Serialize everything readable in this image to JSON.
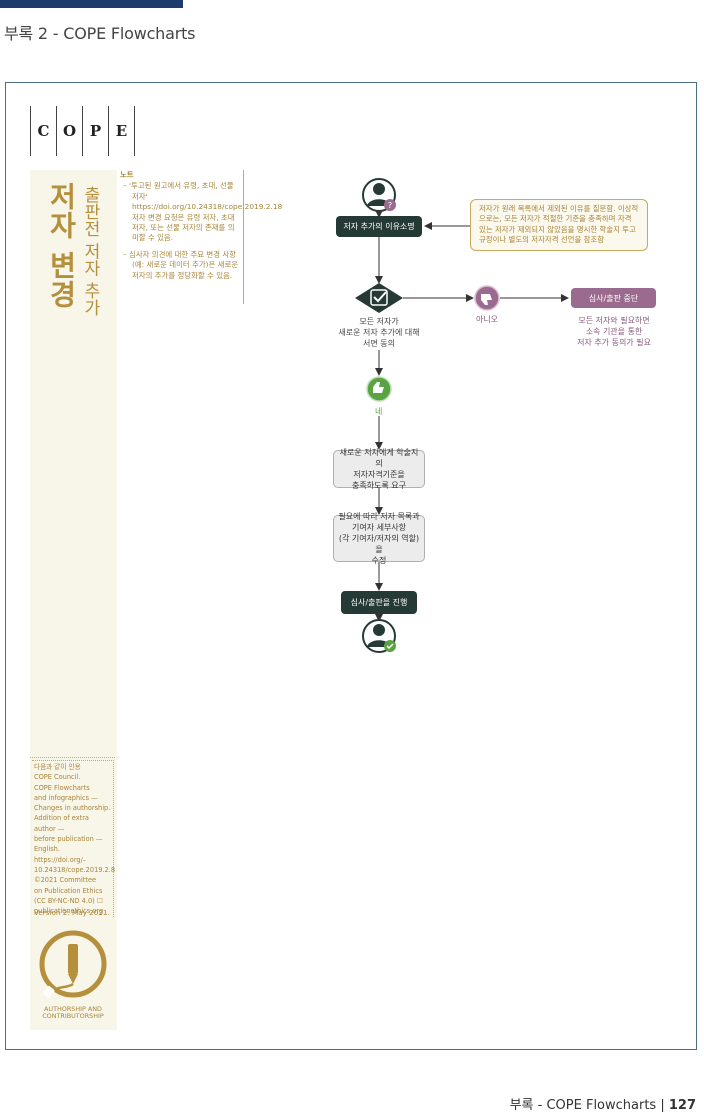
{
  "header": {
    "title": "부록 2 - COPE Flowcharts"
  },
  "logo": {
    "letters": [
      "C",
      "O",
      "P",
      "E"
    ]
  },
  "sidebar": {
    "title": "저자 변경",
    "subtitle": "출판전 저자 추가",
    "notes_title": "노트",
    "notes": [
      "– '투고된 원고에서 유령, 초대, 선물 저자' https://doi.org/10.24318/cope.2019.2.18 저자 변경 요청은 유령 저자, 초대 저자, 또는 선물 저자의 존재를 의미할 수 있음.",
      "– 심사자 의견에 대한 주요 변경 사항(예: 새로운 데이터 추가)은 새로운 저자의 추가를 정당화할 수 있음."
    ],
    "citation": [
      "다음과 같이 인용",
      "COPE Council.",
      "COPE Flowcharts",
      "and infographics —",
      "Changes in authorship.",
      "Addition of extra author —",
      "before publication —",
      "English.",
      "https://doi.org/–",
      "10.24318/cope.2019.2.8",
      "©2021 Committee",
      "on Publication Ethics",
      "(CC BY-NC-ND 4.0) ☐",
      "publicationethics.org"
    ],
    "version": "Version 2: May 2021.",
    "auth_label_1": "AUTHORSHIP AND",
    "auth_label_2": "CONTRIBUTORSHIP"
  },
  "flow": {
    "step1": "저자 추가의 이유소명",
    "note1": "저자가 원래 목록에서 제외된 이유를 질문함. 이상적으로는, 모든 저자가 적절한 기준을 충족하며 자격 있는 저자가 제외되지 않았음을 명시한 학술지 투고규정이나 별도의 저자자격 선언을 참조함",
    "decision_label_1": "모든 저자가",
    "decision_label_2": "새로운 저자 추가에 대해",
    "decision_label_3": "서면 동의",
    "no_label": "아니오",
    "stop_box": "심사/출판 중단",
    "stop_note_1": "모든 저자와 필요하면",
    "stop_note_2": "소속 기관을 통한",
    "stop_note_3": "저자 추가 동의가 필요",
    "yes_label": "네",
    "step2_1": "새로운 저자에게 학술지의",
    "step2_2": "저자자격기준을",
    "step2_3": "충족하도록 요구",
    "step3_1": "필요에 따라 저자 목록과",
    "step3_2": "기여자 세부사항",
    "step3_3": "(각 기여자/저자의 역할)을",
    "step3_4": "수정",
    "step4": "심사/출판을 진행"
  },
  "footer": {
    "text": "부록 - COPE Flowcharts | ",
    "page": "127"
  },
  "colors": {
    "dark": "#263a35",
    "gold": "#b5903c",
    "purple": "#9a6b8e",
    "green": "#5aa342",
    "navy": "#1c3a6b"
  }
}
